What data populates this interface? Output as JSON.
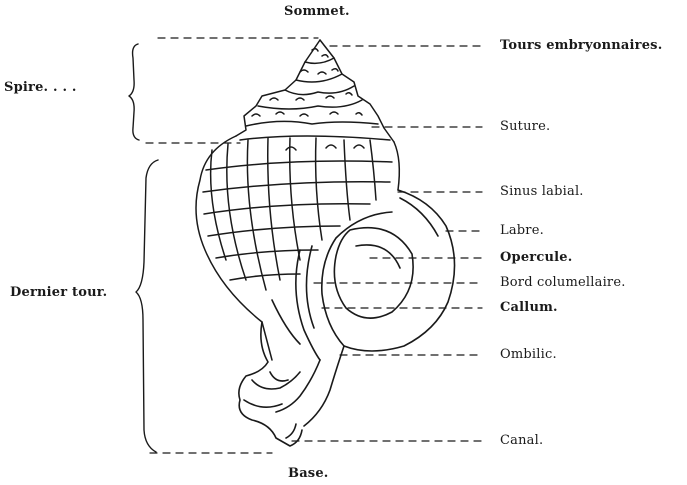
{
  "labels": {
    "top": "Sommet.",
    "bottom": "Base.",
    "left_spire": "Spire. . . .",
    "left_last_whorl": "Dernier tour.",
    "right": [
      "Tours embryonnaires.",
      "Suture.",
      "Sinus labial.",
      "Labre.",
      "Opercule.",
      "Bord columellaire.",
      "Callum.",
      "Ombilic.",
      "Canal."
    ]
  },
  "colors": {
    "ink": "#1a1a1a",
    "paper": "#ffffff"
  }
}
